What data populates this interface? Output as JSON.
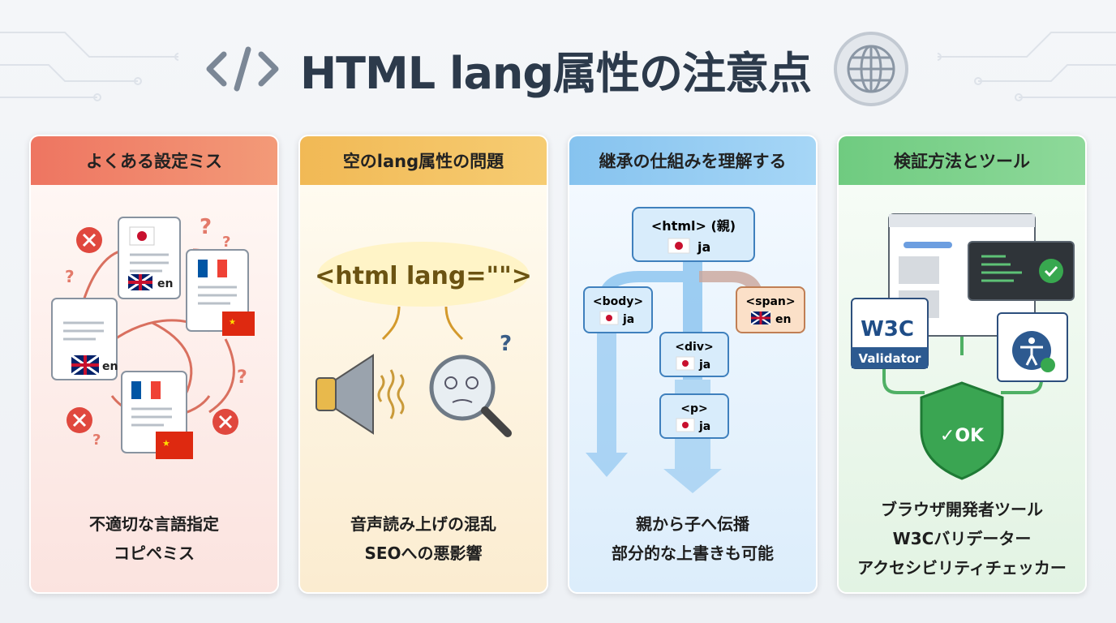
{
  "title": "HTML lang属性の注意点",
  "icons": {
    "left": "code-brackets-icon",
    "right": "globe-icon"
  },
  "colors": {
    "title": "#2c3a4b",
    "red": "#ef7b68",
    "yellow": "#f3c35e",
    "blue": "#8ec9f2",
    "green": "#78d08a"
  },
  "cards": [
    {
      "heading": "よくある設定ミス",
      "labels": {
        "en1": "en",
        "en2": "en"
      },
      "captions": [
        "不適切な言語指定",
        "コピペミス"
      ]
    },
    {
      "heading": "空のlang属性の問題",
      "code": "<html lang=\"\">",
      "captions": [
        "音声読み上げの混乱",
        "SEOへの悪影響"
      ]
    },
    {
      "heading": "継承の仕組みを理解する",
      "nodes": [
        {
          "tag": "<html> (親)",
          "lang": "ja"
        },
        {
          "tag": "<body>",
          "lang": "ja"
        },
        {
          "tag": "<span>",
          "lang": "en"
        },
        {
          "tag": "<div>",
          "lang": "ja"
        },
        {
          "tag": "<p>",
          "lang": "ja"
        }
      ],
      "captions": [
        "親から子へ伝播",
        "部分的な上書きも可能"
      ]
    },
    {
      "heading": "検証方法とツール",
      "w3c": "W3C",
      "validator": "Validator",
      "ok": "OK",
      "captions": [
        "ブラウザ開発者ツール",
        "W3Cバリデーター",
        "アクセシビリティチェッカー"
      ]
    }
  ]
}
